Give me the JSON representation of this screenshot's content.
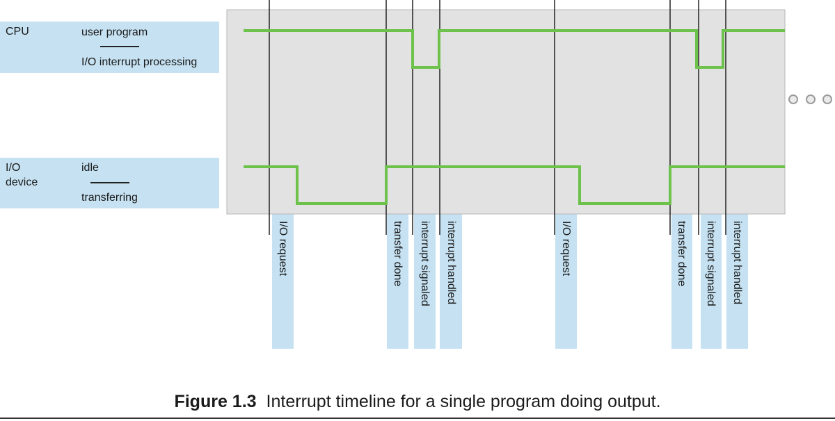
{
  "cpu": {
    "label": "CPU",
    "state_high": "user program",
    "state_low": "I/O interrupt processing"
  },
  "io_device": {
    "label_line1": "I/O",
    "label_line2": "device",
    "state_high": "idle",
    "state_low": "transferring"
  },
  "events": [
    {
      "label": "I/O request"
    },
    {
      "label": "transfer done"
    },
    {
      "label": "interrupt signaled"
    },
    {
      "label": "interrupt handled"
    },
    {
      "label": "I/O request"
    },
    {
      "label": "transfer done"
    },
    {
      "label": "interrupt signaled"
    },
    {
      "label": "interrupt handled"
    }
  ],
  "caption": {
    "figure": "Figure 1.3",
    "text": "Interrupt timeline for a single program doing output."
  },
  "colors": {
    "signal": "#6cc24a",
    "band": "#c6e2f2",
    "panel": "#e2e2e2"
  }
}
